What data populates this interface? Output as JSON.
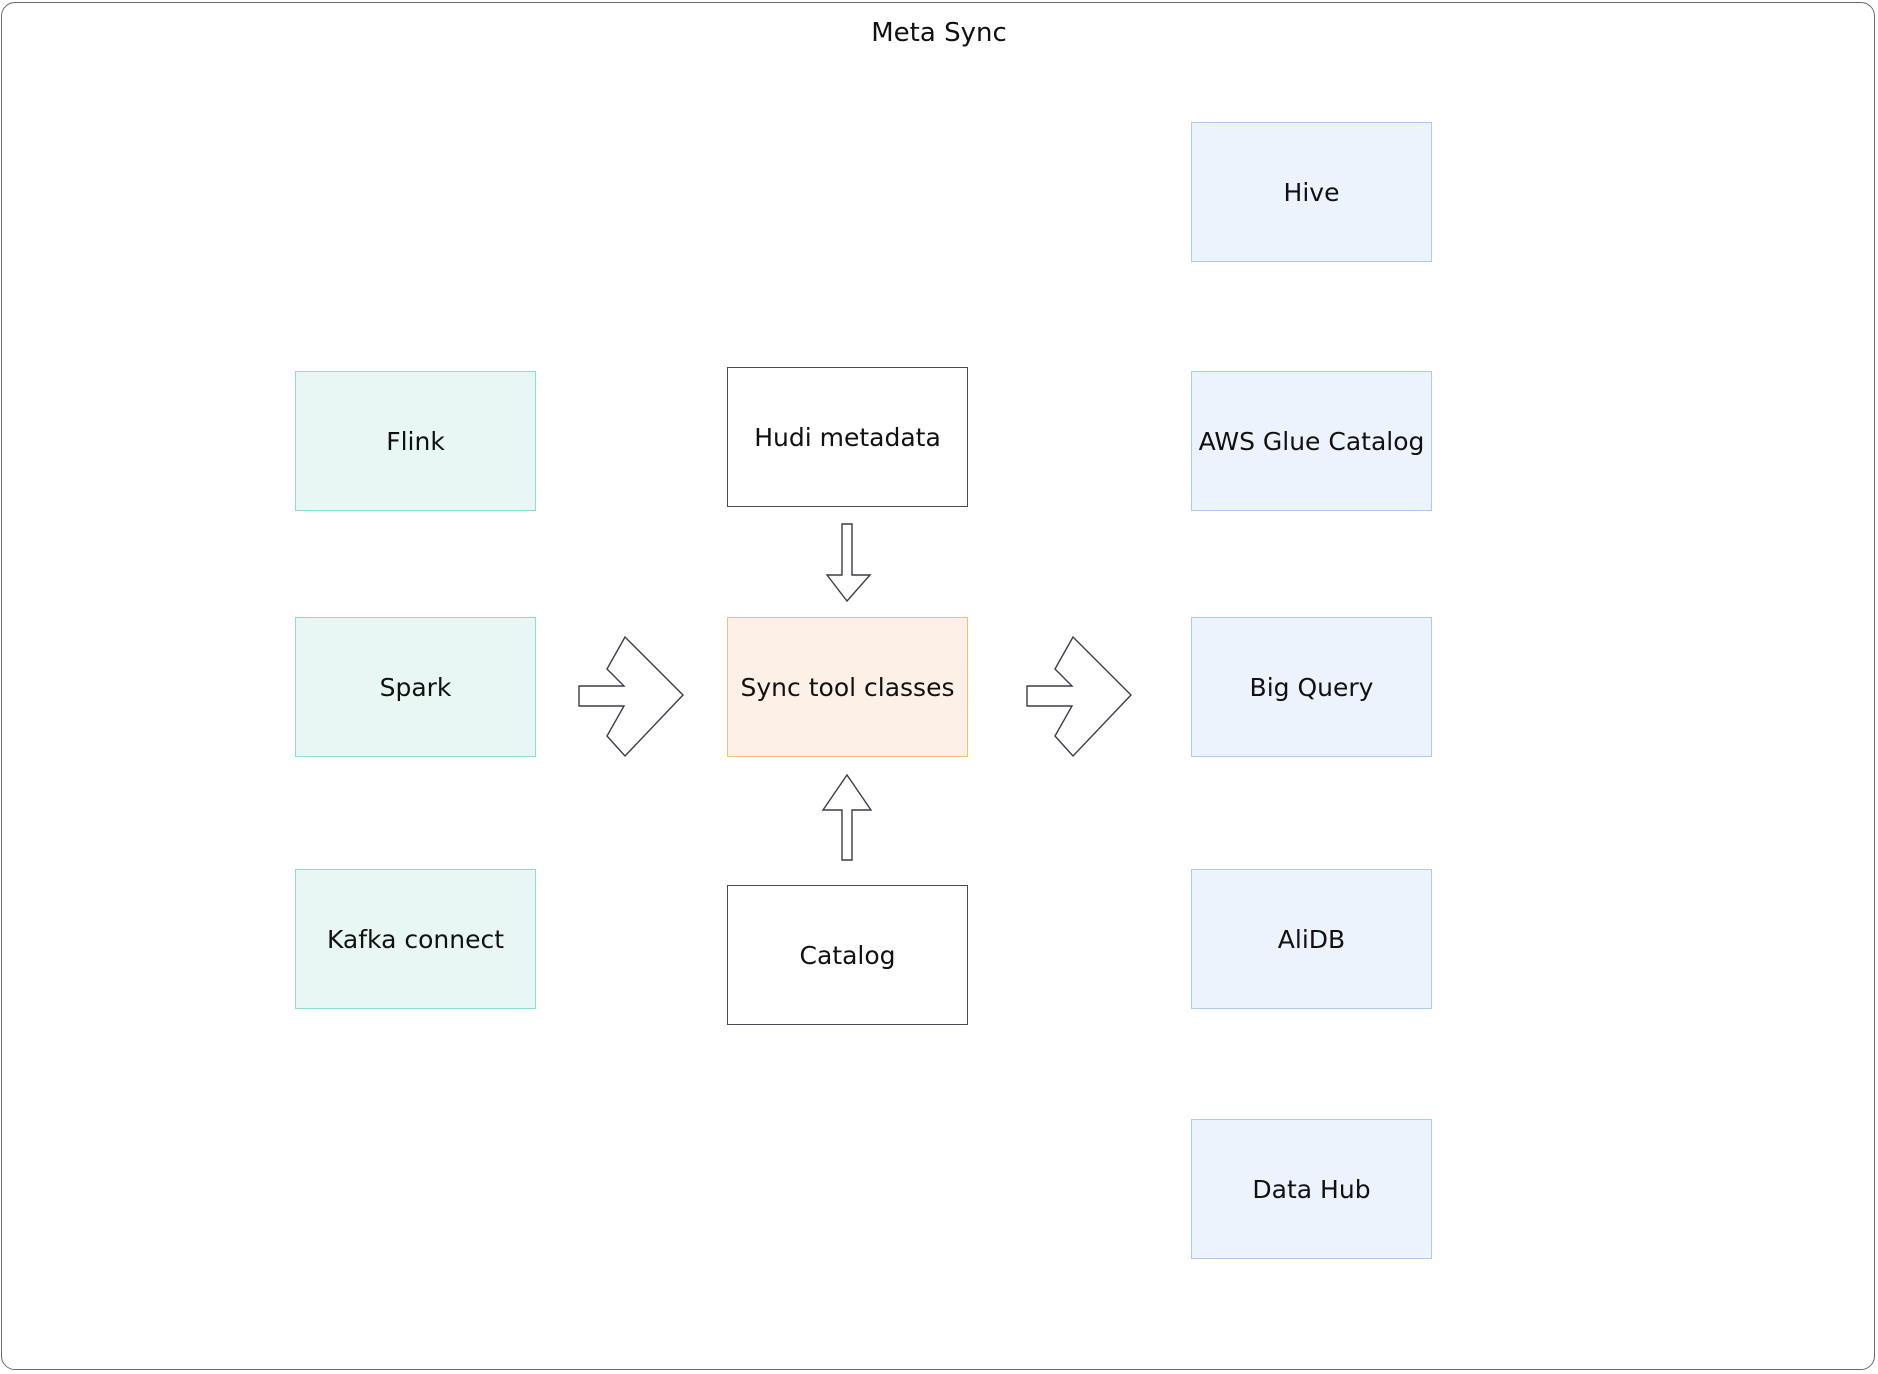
{
  "diagram": {
    "title": "Meta Sync",
    "sources": [
      {
        "id": "flink",
        "label": "Flink"
      },
      {
        "id": "spark",
        "label": "Spark"
      },
      {
        "id": "kafka-connect",
        "label": "Kafka connect"
      }
    ],
    "center": {
      "metadata": {
        "label": "Hudi metadata"
      },
      "core": {
        "label": "Sync tool classes"
      },
      "catalog": {
        "label": "Catalog"
      }
    },
    "targets": [
      {
        "id": "hive",
        "label": "Hive"
      },
      {
        "id": "aws-glue-catalog",
        "label": "AWS Glue Catalog"
      },
      {
        "id": "big-query",
        "label": "Big Query"
      },
      {
        "id": "alidb",
        "label": "AliDB"
      },
      {
        "id": "data-hub",
        "label": "Data Hub"
      }
    ],
    "colors": {
      "source_fill": "#e8f7f3",
      "source_border": "#8cdccf",
      "target_fill": "#ecf3fd",
      "target_border": "#aacdef",
      "core_fill": "#fdf0e6",
      "core_border": "#f5be78",
      "plain_border": "#4a4a5a"
    }
  }
}
